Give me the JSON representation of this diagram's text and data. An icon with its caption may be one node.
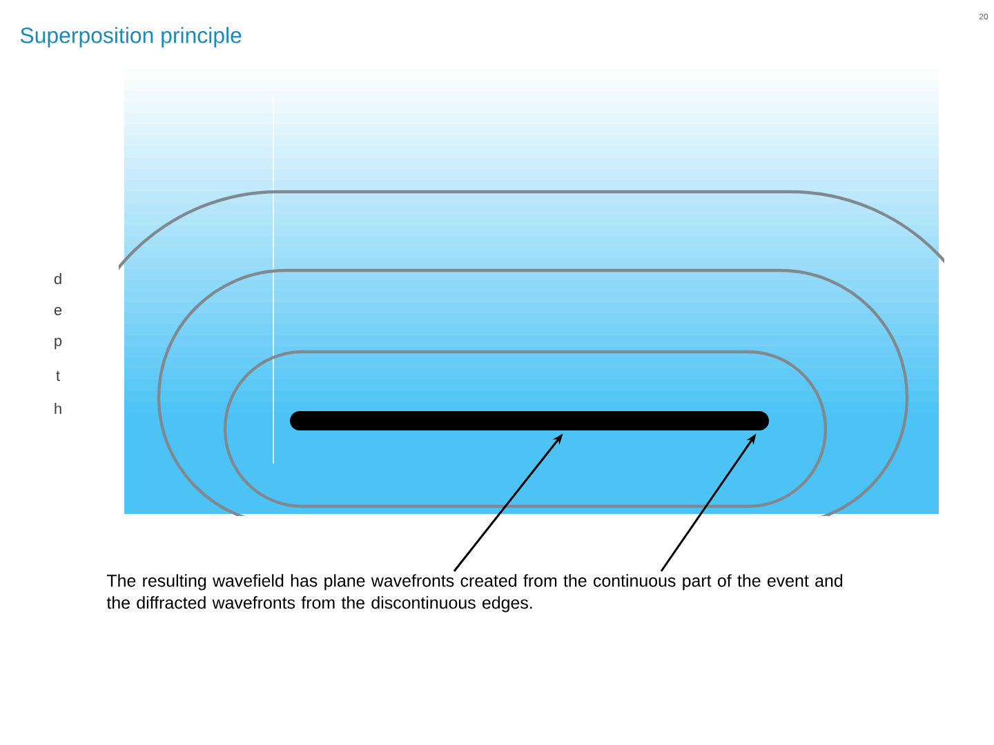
{
  "diagram": {
    "title": "Superposition principle",
    "nodes": [
      {
        "text": [
          "The resulting wavefield has plane wavefronts created from the continuous part of the event and the diffracted wavefronts from the discontinuous edges."
        ]
      },
      {
        "text": [],
        "shape": "bar"
      }
    ],
    "edges": [
      {
        "from": 0,
        "to": 1,
        "arrow": "to"
      },
      {
        "from": 0,
        "to": 1,
        "arrow": "to"
      }
    ],
    "labels": [
      "d",
      "e",
      "p",
      "t",
      "h",
      "20"
    ]
  }
}
